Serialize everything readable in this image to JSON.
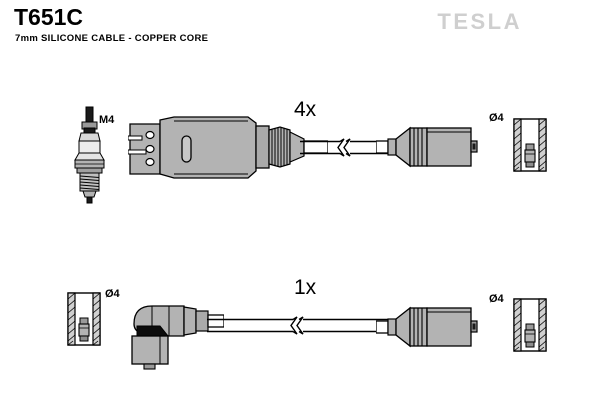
{
  "header": {
    "part_number": "T651C",
    "description": "7mm SILICONE CABLE - COPPER CORE",
    "brand": "TESLA",
    "brand_color": "#cfcfcf"
  },
  "colors": {
    "outline": "#000000",
    "body_fill": "#b3b3b3",
    "body_fill_light": "#c8c8c8",
    "body_fill_dark": "#9a9a9a",
    "background": "#ffffff",
    "accent_black": "#000000"
  },
  "assemblies": [
    {
      "id": "upper-assembly",
      "quantity_label": "4x",
      "left_end": {
        "name": "distributor-cap-connector-boot",
        "features": [
          "contact-plate",
          "three-holes",
          "oval-slot",
          "tapered-boot",
          "ribbed-strain-relief"
        ]
      },
      "cable": {
        "name": "ignition-cable",
        "break_symbol": true,
        "diameter_spec": "7mm"
      },
      "right_end": {
        "name": "spark-plug-boot",
        "features": [
          "cone-transition",
          "rib-lines",
          "cylindrical-body",
          "retainer-tab"
        ]
      },
      "terminal_detail": {
        "name": "terminal-cross-section",
        "label": "Ø4"
      }
    },
    {
      "id": "lower-assembly",
      "quantity_label": "1x",
      "left_end": {
        "name": "coil-connector-right-angle-boot",
        "features": [
          "90-degree-elbow",
          "black-wedge",
          "cylindrical-neck",
          "retainer-ring"
        ]
      },
      "cable": {
        "name": "ignition-cable",
        "break_symbol": true,
        "diameter_spec": "7mm"
      },
      "right_end": {
        "name": "coil-tower-boot",
        "features": [
          "cone-transition",
          "rib-lines",
          "cylindrical-body",
          "retainer-tab"
        ]
      },
      "terminal_detail_left": {
        "name": "terminal-cross-section",
        "label": "Ø4"
      },
      "terminal_detail_right": {
        "name": "terminal-cross-section",
        "label": "Ø4"
      }
    }
  ],
  "spark_plug": {
    "name": "spark-plug-reference",
    "thread_label": "M4",
    "features": [
      "terminal-nut",
      "ceramic-insulator",
      "hex-body",
      "threaded-shell",
      "electrode"
    ]
  }
}
